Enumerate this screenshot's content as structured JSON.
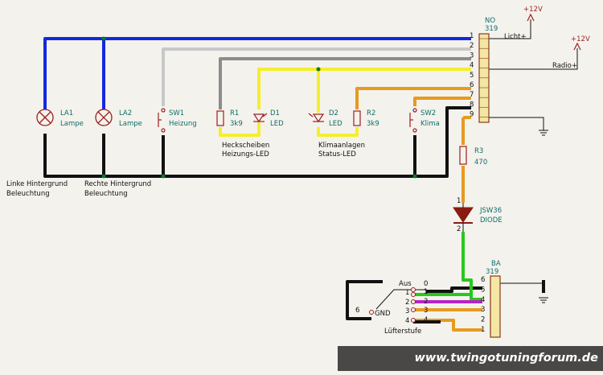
{
  "colors": {
    "blue": "#1428e0",
    "gray_light": "#c8c8c8",
    "gray": "#8c8c8c",
    "yellow": "#f5ee2b",
    "orange": "#e79a20",
    "black": "#111111",
    "green": "#28c81e",
    "magenta": "#b722c9",
    "ref": "#0b6e6e",
    "power": "#9c1f1f",
    "junction": "#0a7a2a"
  },
  "connector_no": {
    "ref": "NO",
    "value": "319",
    "pins": [
      "1",
      "2",
      "3",
      "4",
      "5",
      "6",
      "7",
      "8",
      "9"
    ]
  },
  "connector_ba": {
    "ref": "BA",
    "value": "319",
    "pins": [
      "6",
      "5",
      "4",
      "3",
      "2",
      "1"
    ]
  },
  "power": {
    "left": "+12V",
    "right": "+12V"
  },
  "nets": {
    "licht": "Licht+",
    "radio": "Radio+"
  },
  "components": {
    "la1": {
      "ref": "LA1",
      "value": "Lampe"
    },
    "la2": {
      "ref": "LA2",
      "value": "Lampe"
    },
    "sw1": {
      "ref": "SW1",
      "value": "Heizung"
    },
    "r1": {
      "ref": "R1",
      "value": "3k9"
    },
    "d1": {
      "ref": "D1",
      "value": "LED"
    },
    "d2": {
      "ref": "D2",
      "value": "LED"
    },
    "r2": {
      "ref": "R2",
      "value": "3k9"
    },
    "sw2": {
      "ref": "SW2",
      "value": "Klima"
    },
    "r3": {
      "ref": "R3",
      "value": "470"
    },
    "jsw36": {
      "ref": "JSW36",
      "value": "DIODE"
    }
  },
  "notes": {
    "heck_1": "Heckscheiben",
    "heck_2": "Heizungs-LED",
    "klima_1": "Klimaanlagen",
    "klima_2": "Status-LED",
    "links_1": "Linke Hintergrund",
    "links_2": "Beleuchtung",
    "rechts_1": "Rechte Hintergrund",
    "rechts_2": "Beleuchtung"
  },
  "fan_switch": {
    "positions": [
      "Aus",
      "1",
      "2",
      "3",
      "4",
      "GND"
    ],
    "position_numbers": [
      "0",
      "1",
      "2",
      "3",
      "4",
      "6"
    ],
    "label": "Lüfterstufe"
  },
  "diode_pins": {
    "anode": "1",
    "cathode": "2"
  },
  "watermark": "www.twingotuningforum.de"
}
